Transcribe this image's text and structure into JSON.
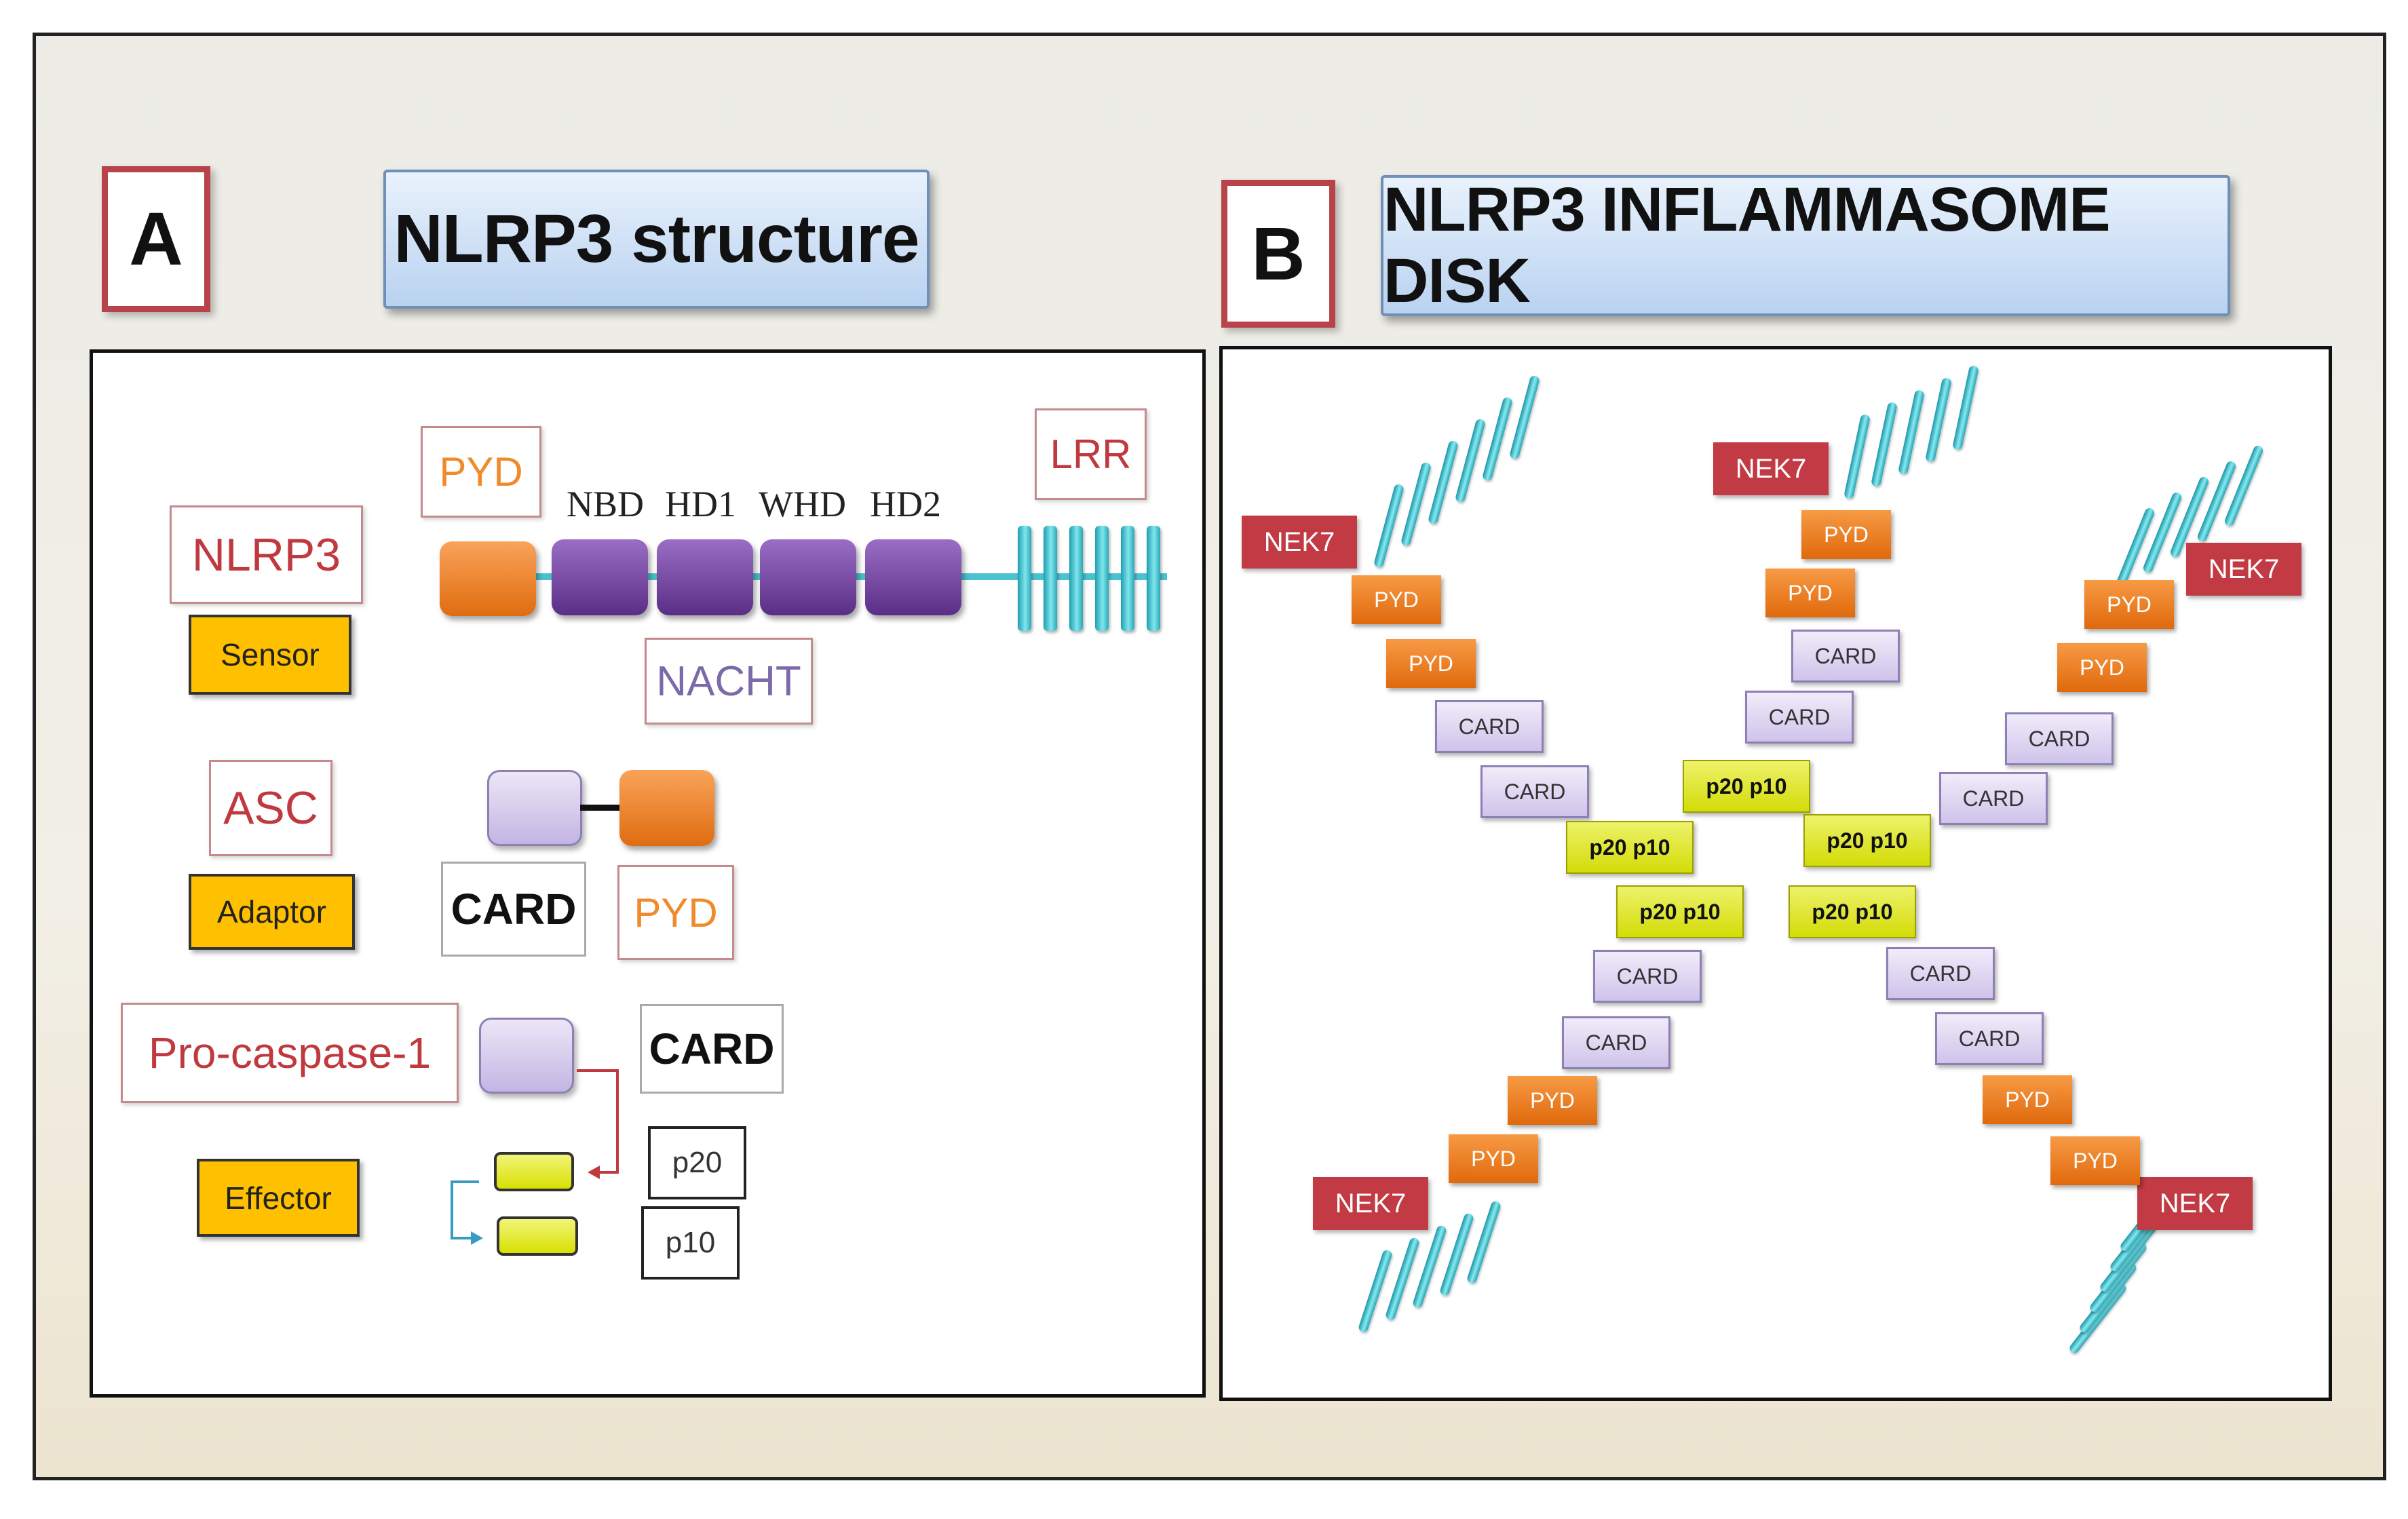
{
  "panel_a": {
    "letter": "A",
    "title": "NLRP3 structure",
    "nlrp3": {
      "name": "NLRP3",
      "role": "Sensor",
      "pyd_label": "PYD",
      "lrr_label": "LRR",
      "nacht_label": "NACHT",
      "domains": [
        "NBD",
        "HD1",
        "WHD",
        "HD2"
      ]
    },
    "asc": {
      "name": "ASC",
      "role": "Adaptor",
      "card_label": "CARD",
      "pyd_label": "PYD"
    },
    "procaspase": {
      "name": "Pro-caspase-1",
      "role": "Effector",
      "card_label": "CARD",
      "p20_label": "p20",
      "p10_label": "p10"
    }
  },
  "panel_b": {
    "letter": "B",
    "title": "NLRP3 INFLAMMASOME DISK",
    "nek7_label": "NEK7",
    "pyd_label": "PYD",
    "card_label": "CARD",
    "p20p10_label": "p20 p10"
  },
  "colors": {
    "label_red": "#c0393f",
    "pyd_orange": "#e97a1f",
    "nacht_purple": "#5a2e86",
    "card_lavender": "#cfc3ea",
    "p20p10_yellow": "#d8e000",
    "role_gold": "#ffc000",
    "nek7_red": "#c23a44",
    "lrr_cyan": "#3cc4d2",
    "title_blue": "#b9d2f0"
  }
}
